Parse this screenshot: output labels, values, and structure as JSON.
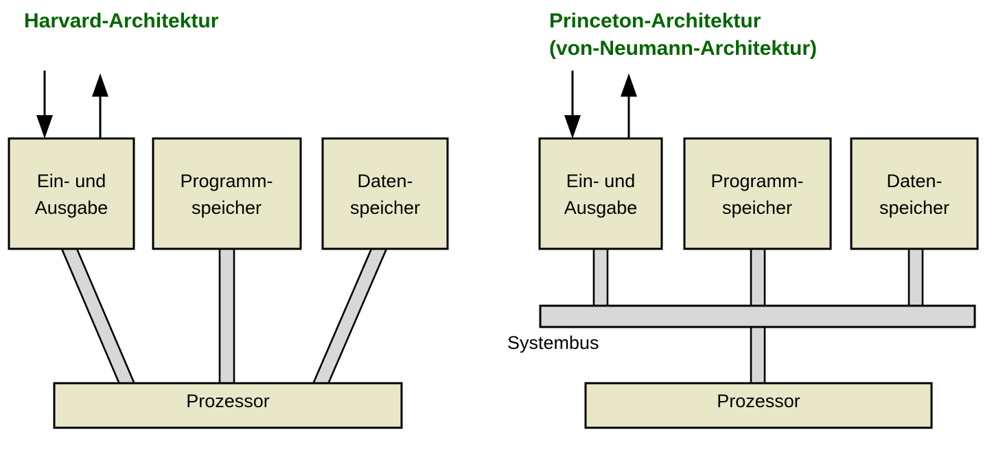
{
  "page": {
    "background_color": "#ffffff",
    "title_color": "#006600",
    "box_fill_color": "#e8e8c8",
    "connector_fill_color": "#d8d8d8",
    "stroke_color": "#000000"
  },
  "harvard": {
    "title": "Harvard-Architektur",
    "boxes": [
      {
        "line1": "Ein- und",
        "line2": "Ausgabe"
      },
      {
        "line1": "Programm-",
        "line2": "speicher"
      },
      {
        "line1": "Daten-",
        "line2": "speicher"
      }
    ],
    "processor_label": "Prozessor",
    "io_arrows": [
      {
        "name": "input-arrow",
        "direction": "down"
      },
      {
        "name": "output-arrow",
        "direction": "up"
      }
    ]
  },
  "princeton": {
    "title_line1": "Princeton-Architektur",
    "title_line2": "(von-Neumann-Architektur)",
    "boxes": [
      {
        "line1": "Ein- und",
        "line2": "Ausgabe"
      },
      {
        "line1": "Programm-",
        "line2": "speicher"
      },
      {
        "line1": "Daten-",
        "line2": "speicher"
      }
    ],
    "bus_label": "Systembus",
    "processor_label": "Prozessor",
    "io_arrows": [
      {
        "name": "input-arrow",
        "direction": "down"
      },
      {
        "name": "output-arrow",
        "direction": "up"
      }
    ]
  }
}
